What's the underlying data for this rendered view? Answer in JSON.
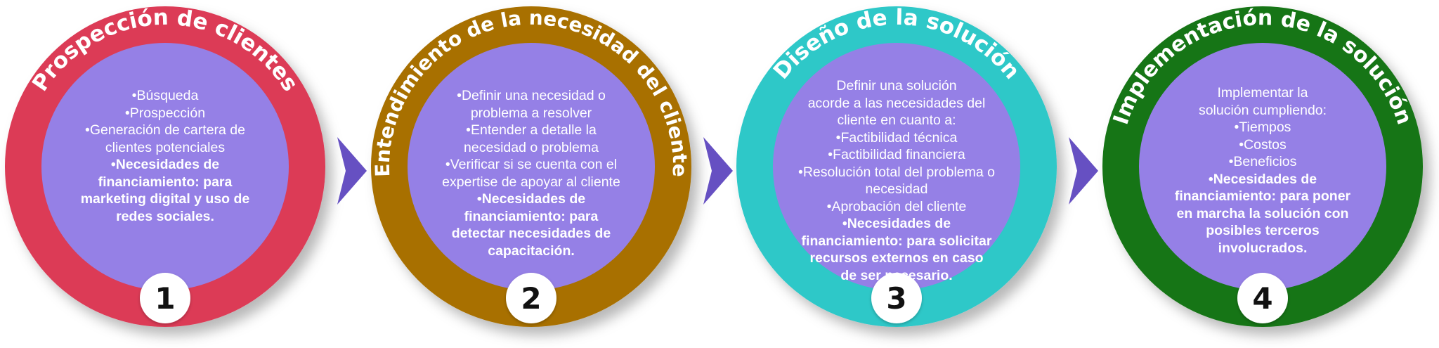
{
  "colors": {
    "inner": "#9580e6",
    "chevron": "#6650c2",
    "number_bg": "#ffffff",
    "text": "#ffffff"
  },
  "stages": [
    {
      "title": "Prospección de clientes",
      "number": "1",
      "ring_color": "#dc3a56",
      "lines": [
        {
          "text": "•Búsqueda",
          "bold": false
        },
        {
          "text": "•Prospección",
          "bold": false
        },
        {
          "text": "•Generación de cartera de",
          "bold": false
        },
        {
          "text": "clientes potenciales",
          "bold": false
        },
        {
          "text": "•Necesidades de",
          "bold": true
        },
        {
          "text": "financiamiento: para",
          "bold": true
        },
        {
          "text": "marketing digital y uso de",
          "bold": true
        },
        {
          "text": "redes sociales.",
          "bold": true
        }
      ]
    },
    {
      "title": "Entendimiento de la necesidad del cliente",
      "number": "2",
      "ring_color": "#a86f04",
      "lines": [
        {
          "text": "•Definir una necesidad o",
          "bold": false
        },
        {
          "text": "problema a resolver",
          "bold": false
        },
        {
          "text": "•Entender a detalle la",
          "bold": false
        },
        {
          "text": "necesidad o problema",
          "bold": false
        },
        {
          "text": "•Verificar si se cuenta con el",
          "bold": false
        },
        {
          "text": "expertise de apoyar al cliente",
          "bold": false
        },
        {
          "text": "•Necesidades de",
          "bold": true
        },
        {
          "text": "financiamiento: para",
          "bold": true
        },
        {
          "text": "detectar necesidades de",
          "bold": true
        },
        {
          "text": "capacitación.",
          "bold": true
        }
      ]
    },
    {
      "title": "Diseño de la solución",
      "number": "3",
      "ring_color": "#2ec8c8",
      "lines": [
        {
          "text": "Definir una solución",
          "bold": false
        },
        {
          "text": "acorde a las necesidades del",
          "bold": false
        },
        {
          "text": "cliente en cuanto a:",
          "bold": false
        },
        {
          "text": "•Factibilidad técnica",
          "bold": false
        },
        {
          "text": "•Factibilidad financiera",
          "bold": false
        },
        {
          "text": "•Resolución total del problema o",
          "bold": false
        },
        {
          "text": "necesidad",
          "bold": false
        },
        {
          "text": "•Aprobación del cliente",
          "bold": false
        },
        {
          "text": "•Necesidades de",
          "bold": true
        },
        {
          "text": "financiamiento: para solicitar",
          "bold": true
        },
        {
          "text": "recursos externos en caso",
          "bold": true
        },
        {
          "text": "de ser necesario.",
          "bold": true
        }
      ]
    },
    {
      "title": "Implementación de la solución",
      "number": "4",
      "ring_color": "#147513",
      "lines": [
        {
          "text": "Implementar la",
          "bold": false
        },
        {
          "text": "solución cumpliendo:",
          "bold": false
        },
        {
          "text": "•Tiempos",
          "bold": false
        },
        {
          "text": "•Costos",
          "bold": false
        },
        {
          "text": "•Beneficios",
          "bold": false
        },
        {
          "text": "•Necesidades de",
          "bold": true
        },
        {
          "text": "financiamiento: para poner",
          "bold": true
        },
        {
          "text": "en marcha la solución con",
          "bold": true
        },
        {
          "text": "posibles terceros",
          "bold": true
        },
        {
          "text": "involucrados.",
          "bold": true
        }
      ]
    }
  ]
}
